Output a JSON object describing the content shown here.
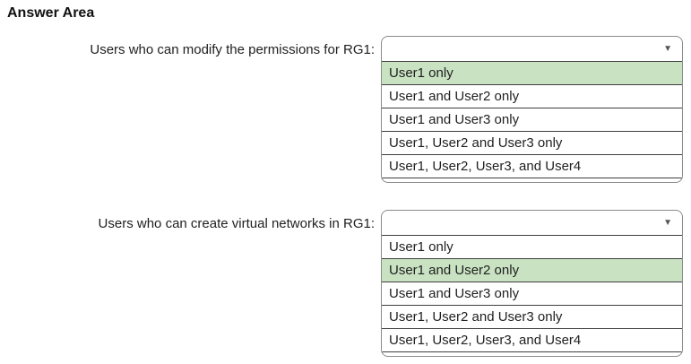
{
  "title": "Answer Area",
  "caret_glyph": "▼",
  "colors": {
    "selected_bg": "#c8e2c2",
    "outer_border": "#8a8a8a",
    "row_border": "#3f3f3f",
    "text": "#1f1f1f",
    "caret": "#555555"
  },
  "questions": [
    {
      "label": "Users who can modify the permissions for RG1:",
      "value": "",
      "selected_index": 0,
      "options": [
        "User1 only",
        "User1 and User2 only",
        "User1 and User3 only",
        "User1, User2 and User3 only",
        "User1, User2, User3, and User4"
      ]
    },
    {
      "label": "Users who can create virtual networks in RG1:",
      "value": "",
      "selected_index": 1,
      "options": [
        "User1 only",
        "User1 and User2 only",
        "User1 and User3 only",
        "User1, User2 and User3 only",
        "User1, User2, User3, and User4"
      ]
    }
  ]
}
